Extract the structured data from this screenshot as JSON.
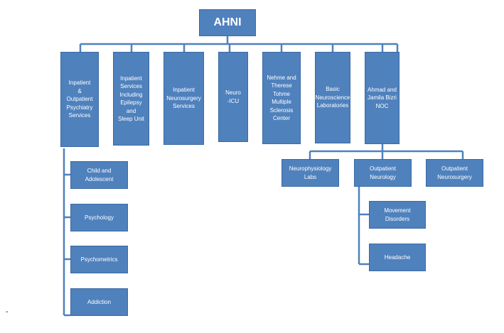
{
  "colors": {
    "box_fill": "#4f81bd",
    "box_border": "#3a6aa5",
    "connector": "#4f81bd",
    "text": "#ffffff"
  },
  "root": "AHNI",
  "departments": [
    "Inpatient\n&\nOutpatient\nPsychiatry\nServices",
    "Inpatient\nServices\nIncluding\nEpilepsy and\nSleep Unit",
    "Inpatient\nNeurosurgery\nServices",
    "Neuro\n-ICU",
    "Nehme and\nTherese\nTohme\nMultiple\nSclerosis\nCenter",
    "Basic\nNeuroscience\nLaboratories",
    "Ahmad and\nJamila Bizri\nNOC"
  ],
  "psychiatry_units": [
    "Child and Adolescent",
    "Psychology",
    "Psychometrics",
    "Addiction"
  ],
  "noc_units": [
    "Neurophysiology\nLabs",
    "Outpatient\nNeurology",
    "Outpatient\nNeurosurgery"
  ],
  "neurology_units": [
    "Movement Disorders",
    "Headache"
  ],
  "stray_mark": "-"
}
